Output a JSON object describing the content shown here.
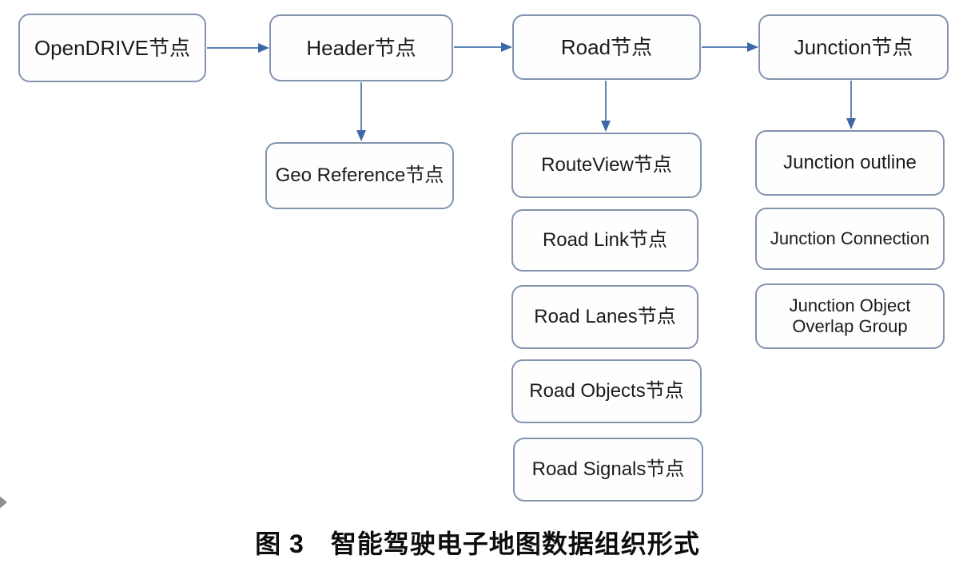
{
  "figure": {
    "caption": "图 3　智能驾驶电子地图数据组织形式"
  },
  "nodes": {
    "opendrive": {
      "label": "OpenDRIVE节点"
    },
    "header": {
      "label": "Header节点"
    },
    "road": {
      "label": "Road节点"
    },
    "junction": {
      "label": "Junction节点"
    },
    "geo_reference": {
      "label": "Geo Reference节点"
    },
    "routeview": {
      "label": "RouteView节点"
    },
    "road_link": {
      "label": "Road Link节点"
    },
    "road_lanes": {
      "label": "Road Lanes节点"
    },
    "road_objects": {
      "label": "Road Objects节点"
    },
    "road_signals": {
      "label": "Road Signals节点"
    },
    "junction_outline": {
      "label": "Junction outline"
    },
    "junction_connection": {
      "label": "Junction Connection"
    },
    "junction_object_overlap": {
      "label": "Junction Object Overlap Group"
    }
  },
  "edges": [
    {
      "from": "opendrive",
      "to": "header",
      "direction": "right"
    },
    {
      "from": "header",
      "to": "road",
      "direction": "right"
    },
    {
      "from": "road",
      "to": "junction",
      "direction": "right"
    },
    {
      "from": "header",
      "to": "geo_reference",
      "direction": "down"
    },
    {
      "from": "road",
      "to": "routeview",
      "direction": "down"
    },
    {
      "from": "junction",
      "to": "junction_outline",
      "direction": "down"
    }
  ],
  "colors": {
    "box_border": "#8494ae",
    "box_fill": "#fefefe",
    "arrow": "#4470ab",
    "text": "#1c1c1c",
    "edge_chevron": "#8f8f8f"
  }
}
